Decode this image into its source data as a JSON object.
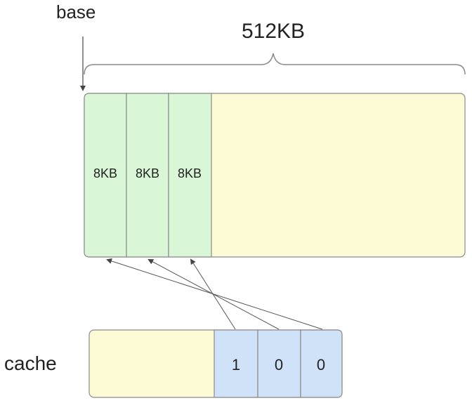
{
  "diagram": {
    "base_label": "base",
    "size_label": "512KB",
    "block_labels": [
      "8KB",
      "8KB",
      "8KB"
    ],
    "cache_label": "cache",
    "cache_bits": [
      "1",
      "0",
      "0"
    ]
  },
  "colors": {
    "allocated_block": "#d9f7d6",
    "free_region": "#fdfbd6",
    "cache_bit_cell": "#cfe2f7",
    "border": "#8a8a8a",
    "arrow": "#555555",
    "text": "#222222"
  }
}
